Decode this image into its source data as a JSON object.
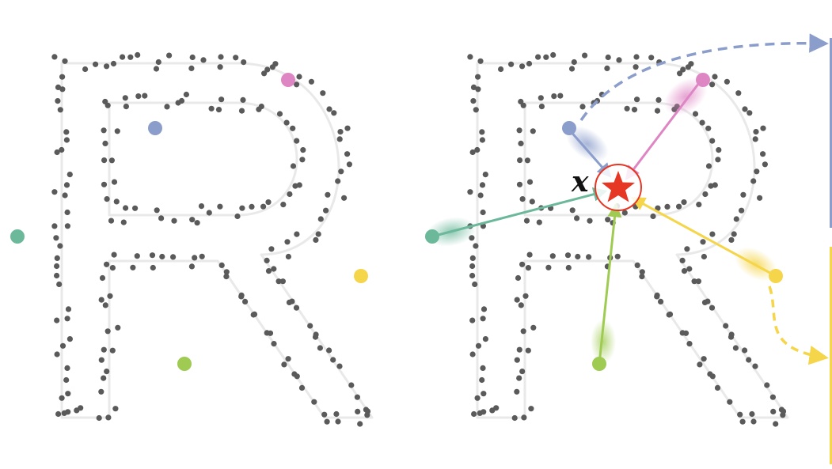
{
  "diagram": {
    "query_label": "x",
    "colors": {
      "blue": "#8b9dcb",
      "pink": "#de86c4",
      "teal": "#6bb89b",
      "yellow": "#f5d54a",
      "green": "#9fcb52",
      "query": "#e63624",
      "point": "#5a5a5a",
      "outline": "#e9e9e9"
    },
    "panels": [
      {
        "name": "left-panel",
        "description_shown": false
      },
      {
        "name": "right-panel",
        "description_shown": false
      }
    ]
  }
}
